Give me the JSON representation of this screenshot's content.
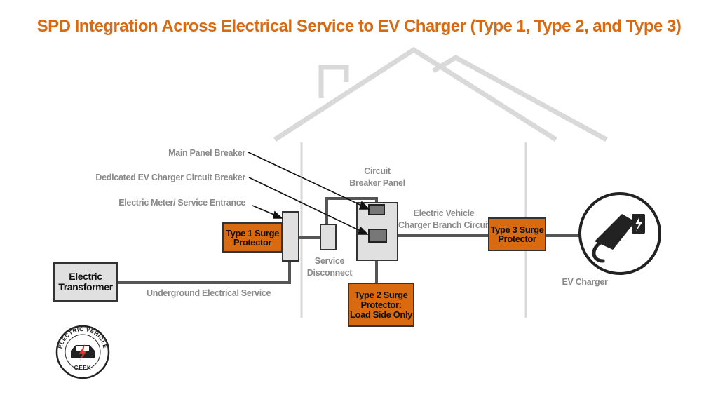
{
  "title": "SPD Integration Across Electrical Service to EV Charger (Type 1, Type 2, and Type 3)",
  "colors": {
    "title": "#d86a12",
    "protector": "#d86a12",
    "label": "#8a8a8a",
    "house": "#d9d9d9",
    "wire": "#555555"
  },
  "labels": {
    "main_panel_breaker": "Main Panel Breaker",
    "ev_circuit_breaker": "Dedicated EV Charger Circuit Breaker",
    "meter_service_entrance": "Electric Meter/ Service Entrance",
    "circuit_breaker_panel": [
      "Circuit",
      "Breaker Panel"
    ],
    "ev_branch_circuit": [
      "Electric Vehicle",
      "Charger Branch Circuit"
    ],
    "service_disconnect": [
      "Service",
      "Disconnect"
    ],
    "underground_service": "Underground Electrical Service",
    "ev_charger": "EV Charger"
  },
  "boxes": {
    "transformer": [
      "Electric",
      "Transformer"
    ],
    "type1": [
      "Type 1 Surge",
      "Protector"
    ],
    "type2": [
      "Type 2 Surge",
      "Protector:",
      "Load Side Only"
    ],
    "type3": [
      "Type 3 Surge",
      "Protector"
    ]
  },
  "logo": {
    "top_text": "ELECTRIC VEHICLE",
    "bottom_text": "GEEK"
  },
  "icons": [
    "ev-plug-icon",
    "house-outline",
    "logo-car-icon"
  ]
}
